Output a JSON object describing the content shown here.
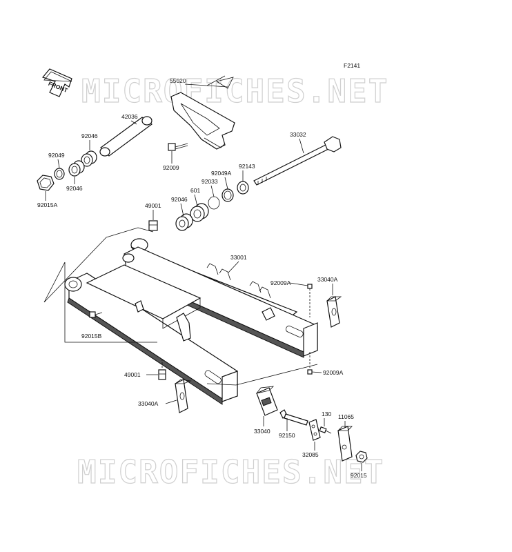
{
  "figure_code": "F2141",
  "front_label": "FRONT",
  "watermark": "MICROFICHES.NET",
  "parts": {
    "p55020": "55020",
    "p42036": "42036",
    "p92046a": "92046",
    "p92049": "92049",
    "p92046b": "92046",
    "p92015a": "92015A",
    "p92009": "92009",
    "p33032": "33032",
    "p92143": "92143",
    "p92049a": "92049A",
    "p92033": "92033",
    "p601": "601",
    "p92046c": "92046",
    "p49001a": "49001",
    "p33001": "33001",
    "p92009a_top": "92009A",
    "p33040a_right": "33040A",
    "p92015b": "92015B",
    "p92009a_bottom": "92009A",
    "p49001b": "49001",
    "p33040a_left": "33040A",
    "p33040": "33040",
    "p92150": "92150",
    "p130": "130",
    "p11065": "11065",
    "p32085": "32085",
    "p92015": "92015"
  }
}
